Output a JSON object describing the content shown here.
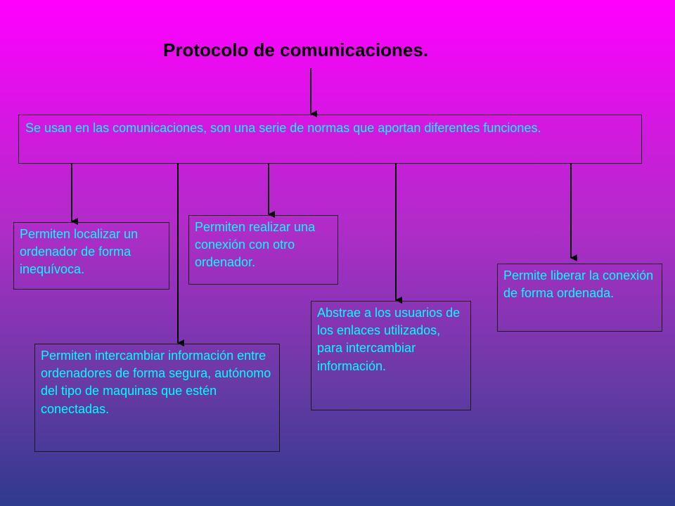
{
  "diagram": {
    "title": "Protocolo de comunicaciones.",
    "root": "Se usan en las comunicaciones, son una serie de normas que aportan diferentes funciones.",
    "children": [
      "Permiten localizar un ordenador de forma inequívoca.",
      "Permiten intercambiar información entre ordenadores de forma segura, autónomo del tipo de maquinas que estén conectadas.",
      "Permiten realizar una conexión con otro ordenador.",
      "Abstrae a los usuarios de los enlaces utilizados, para intercambiar información.",
      "Permite liberar la conexión de forma ordenada."
    ]
  },
  "colors": {
    "text": "#00ffff",
    "title": "#000000",
    "gradient_top": "#ff00ff",
    "gradient_bottom": "#2f3a8e",
    "line": "#000000"
  }
}
